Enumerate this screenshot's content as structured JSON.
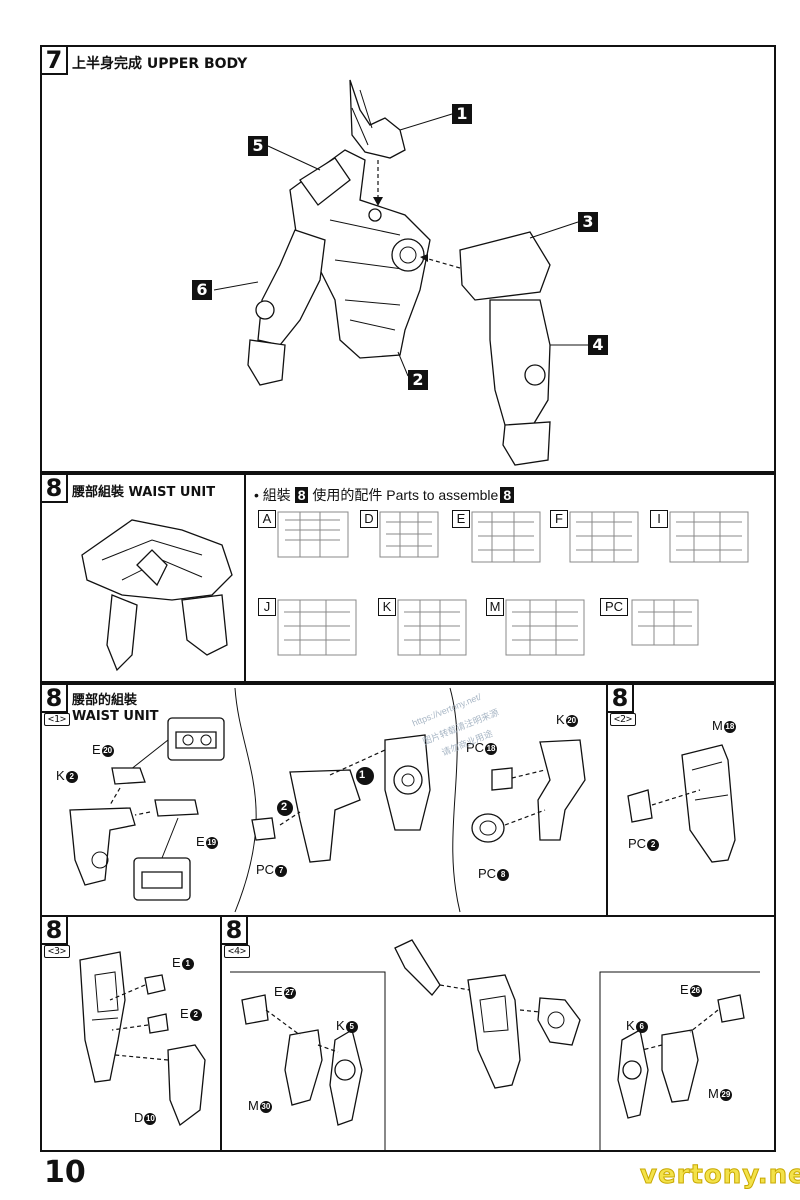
{
  "step7": {
    "number": "7",
    "title": "上半身完成  UPPER BODY",
    "callouts": [
      "1",
      "5",
      "3",
      "6",
      "4",
      "2"
    ]
  },
  "step8a": {
    "number": "8",
    "title": "腰部組裝  WAIST UNIT",
    "parts_heading_pre": "• 組裝",
    "parts_heading_num": "8",
    "parts_heading_post": "使用的配件  Parts to assemble",
    "parts_heading_num2": "8",
    "runners": [
      "A",
      "D",
      "E",
      "F",
      "I",
      "J",
      "K",
      "M",
      "PC"
    ]
  },
  "step8_1": {
    "number": "8",
    "title": "腰部的組裝",
    "sub": "<1>",
    "subtitle": "WAIST UNIT",
    "labels": {
      "e20": "E",
      "k2": "K",
      "e19": "E",
      "pc7": "PC",
      "pc18": "PC",
      "k20": "K",
      "pc8": "PC"
    },
    "nums": {
      "e20": "20",
      "k2": "2",
      "e19": "19",
      "pc7": "7",
      "pc18": "18",
      "k20": "20",
      "pc8": "8",
      "step1": "1",
      "step2": "2"
    }
  },
  "step8_2": {
    "number": "8",
    "sub": "<2>",
    "labels": {
      "m18": "M",
      "pc2": "PC"
    },
    "nums": {
      "m18": "18",
      "pc2": "2"
    }
  },
  "step8_3": {
    "number": "8",
    "sub": "<3>",
    "labels": {
      "e1": "E",
      "e2": "E",
      "d10": "D"
    },
    "nums": {
      "e1": "1",
      "e2": "2",
      "d10": "10"
    }
  },
  "step8_4": {
    "number": "8",
    "sub": "<4>",
    "labels": {
      "e27": "E",
      "k5": "K",
      "m30": "M",
      "e26": "E",
      "k6": "K",
      "m29": "M"
    },
    "nums": {
      "e27": "27",
      "k5": "5",
      "m30": "30",
      "e26": "26",
      "k6": "6",
      "m29": "29"
    }
  },
  "watermark_diag": [
    "https://vertony.net/",
    "图片转载请注明来源",
    "请勿商业用途"
  ],
  "page_number": "10",
  "watermark": "vertony.net"
}
